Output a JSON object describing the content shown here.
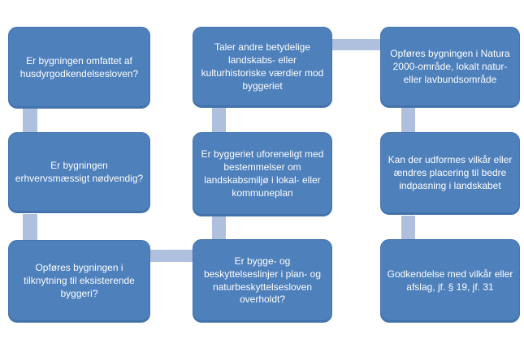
{
  "diagram": {
    "type": "flowchart",
    "colors": {
      "node_fill": "#4E80BC",
      "node_border": "#4475AD",
      "connector_fill": "#AEC0DE",
      "text": "#FDFDFD",
      "background": "#FFFFFF"
    },
    "nodes": [
      {
        "id": "left-top",
        "text": "Er bygningen omfattet  af\nhusdyrgodkendelsesloven?"
      },
      {
        "id": "left-middle",
        "text": "Er bygningen\nerhvervsmæssigt nødvendig?"
      },
      {
        "id": "left-bottom",
        "text": "Opføres bygningen i\ntilknytning til eksisterende\nbyggeri?"
      },
      {
        "id": "center-top",
        "text": "Taler andre betydelige\nlandskabs- eller\nkulturhistoriske værdier mod\nbyggeriet"
      },
      {
        "id": "center-middle",
        "text": "Er byggeriet uforeneligt med\nbestemmelser om\nlandskabsmiljø i lokal- eller\nkommuneplan"
      },
      {
        "id": "center-bottom",
        "text": "Er bygge- og\nbeskyttelseslinjer i plan- og\nnaturbeskyttelsesloven\noverholdt?"
      },
      {
        "id": "right-top",
        "text": "Opføres bygningen i Natura\n2000-område, lokalt natur-\neller lavbundsområde"
      },
      {
        "id": "right-middle",
        "text": "Kan der udformes vilkår eller\nændres placering til bedre\nindpasning i landskabet"
      },
      {
        "id": "right-bottom",
        "text": "Godkendelse med vilkår eller\nafslag, jf. § 19, jf. 31"
      }
    ],
    "connectors": [
      {
        "from": "left-top",
        "to": "left-middle",
        "orientation": "vertical"
      },
      {
        "from": "left-middle",
        "to": "left-bottom",
        "orientation": "vertical"
      },
      {
        "from": "left-bottom",
        "to": "center-bottom",
        "orientation": "horizontal"
      },
      {
        "from": "center-bottom",
        "to": "center-middle",
        "orientation": "vertical"
      },
      {
        "from": "center-middle",
        "to": "center-top",
        "orientation": "vertical"
      },
      {
        "from": "center-top",
        "to": "right-top",
        "orientation": "horizontal"
      },
      {
        "from": "right-top",
        "to": "right-middle",
        "orientation": "vertical"
      },
      {
        "from": "right-middle",
        "to": "right-bottom",
        "orientation": "vertical"
      }
    ]
  }
}
